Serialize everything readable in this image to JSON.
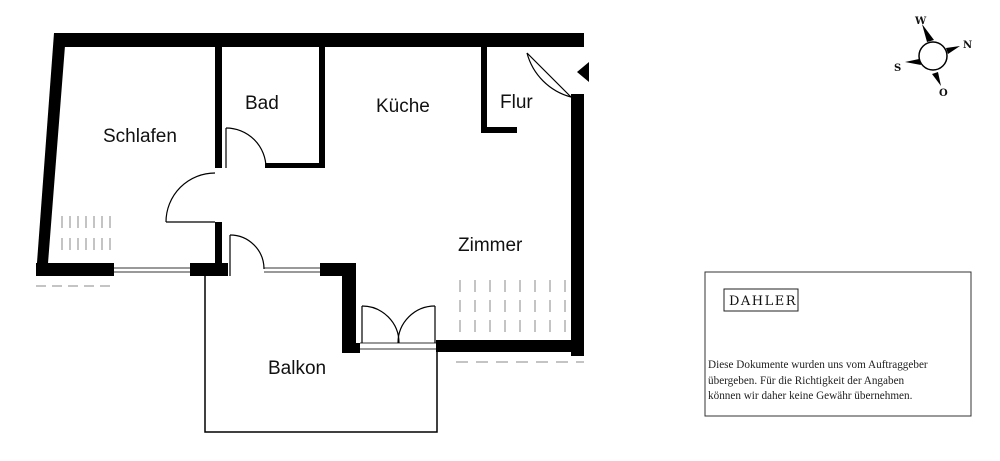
{
  "rooms": {
    "schlafen": "Schlafen",
    "bad": "Bad",
    "kueche": "Küche",
    "flur": "Flur",
    "zimmer": "Zimmer",
    "balkon": "Balkon"
  },
  "compass": {
    "w": "W",
    "n": "N",
    "s": "S",
    "o": "O"
  },
  "logo": {
    "text": "DAHLER"
  },
  "disclaimer": {
    "line1": "Diese Dokumente wurden uns vom Auftraggeber",
    "line2": "übergeben. Für die Richtigkeit der Angaben",
    "line3": "können wir daher keine Gewähr übernehmen."
  },
  "colors": {
    "wall": "#000000",
    "line": "#333333",
    "radiator": "#888888",
    "text": "#111111"
  }
}
